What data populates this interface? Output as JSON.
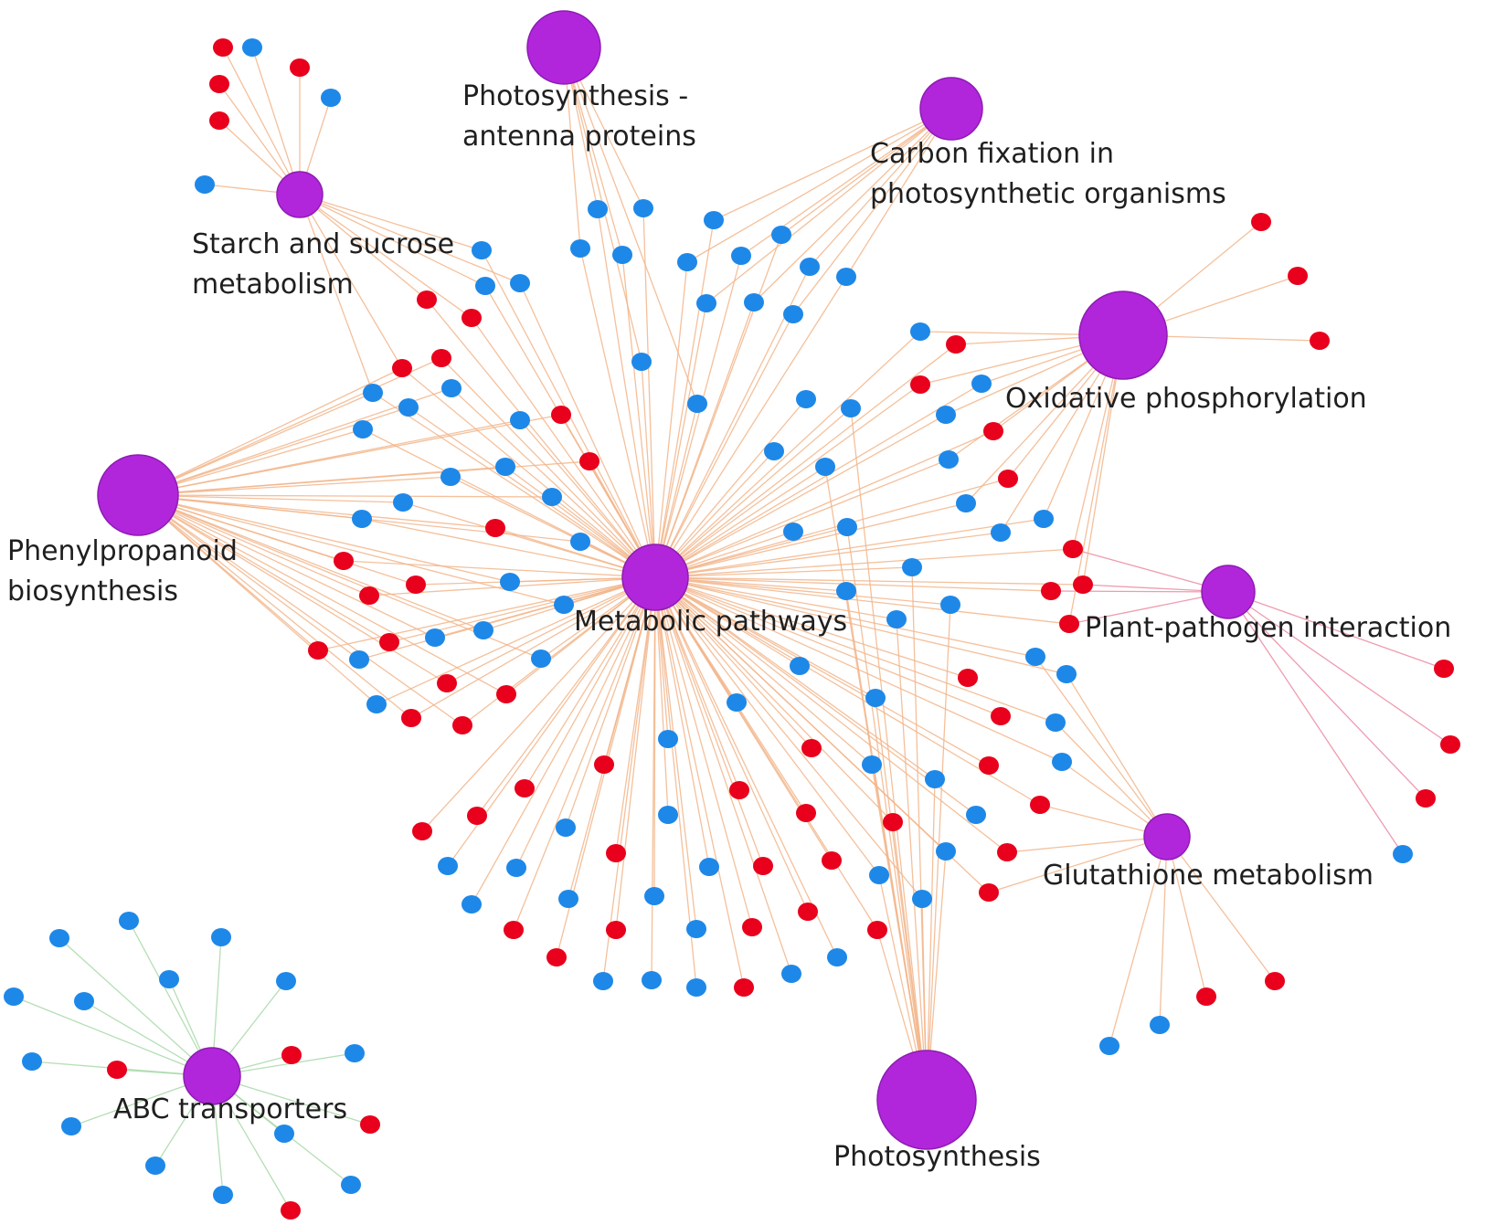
{
  "diagram": {
    "type": "gene-pathway network",
    "colors": {
      "pathway": "#b126db",
      "pathway_stroke": "#8e1cb3",
      "upregulated": "#e8001c",
      "downregulated": "#1e88e8",
      "edge_default": "#f2b58a",
      "edge_plant_pathogen": "#ec8aa0",
      "edge_abc": "#a8d8a8"
    },
    "pathways": [
      {
        "id": "metabolic",
        "label_lines": [
          "Metabolic pathways"
        ]
      },
      {
        "id": "starch",
        "label_lines": [
          "Starch and sucrose",
          "metabolism"
        ]
      },
      {
        "id": "antenna",
        "label_lines": [
          "Photosynthesis -",
          "antenna proteins"
        ]
      },
      {
        "id": "carbon",
        "label_lines": [
          "Carbon fixation in",
          "photosynthetic organisms"
        ]
      },
      {
        "id": "oxphos",
        "label_lines": [
          "Oxidative phosphorylation"
        ]
      },
      {
        "id": "phenyl",
        "label_lines": [
          "Phenylpropanoid",
          "biosynthesis"
        ]
      },
      {
        "id": "plantpath",
        "label_lines": [
          "Plant-pathogen interaction"
        ]
      },
      {
        "id": "glutathione",
        "label_lines": [
          "Glutathione metabolism"
        ]
      },
      {
        "id": "photosynthesis",
        "label_lines": [
          "Photosynthesis"
        ]
      },
      {
        "id": "abc",
        "label_lines": [
          "ABC transporters"
        ]
      }
    ]
  }
}
